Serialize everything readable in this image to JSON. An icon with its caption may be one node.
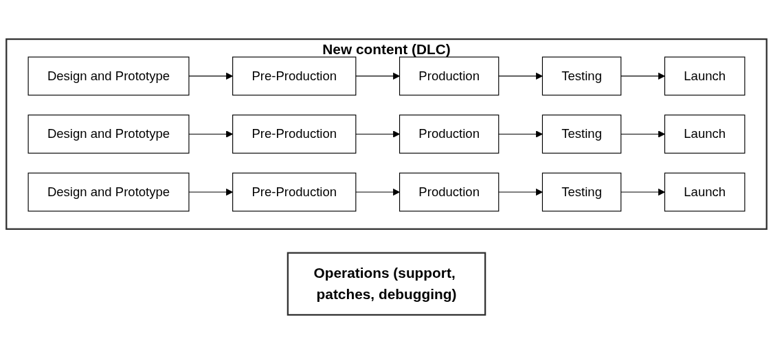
{
  "diagram": {
    "nodes": [
      {
        "text": [
          "New content (DLC)"
        ]
      },
      {
        "text": [
          "Design and Prototype"
        ],
        "in": 0
      },
      {
        "text": [
          "Pre-Production"
        ],
        "in": 0
      },
      {
        "text": [
          "Production"
        ],
        "in": 0
      },
      {
        "text": [
          "Testing"
        ],
        "in": 0
      },
      {
        "text": [
          "Launch"
        ],
        "in": 0
      },
      {
        "text": [
          "Design and Prototype"
        ],
        "in": 0
      },
      {
        "text": [
          "Pre-Production"
        ],
        "in": 0
      },
      {
        "text": [
          "Production"
        ],
        "in": 0
      },
      {
        "text": [
          "Testing"
        ],
        "in": 0
      },
      {
        "text": [
          "Launch"
        ],
        "in": 0
      },
      {
        "text": [
          "Design and Prototype"
        ],
        "in": 0
      },
      {
        "text": [
          "Pre-Production"
        ],
        "in": 0
      },
      {
        "text": [
          "Production"
        ],
        "in": 0
      },
      {
        "text": [
          "Testing"
        ],
        "in": 0
      },
      {
        "text": [
          "Launch"
        ],
        "in": 0
      },
      {
        "text": [
          "Operations (support, patches, debugging)"
        ]
      }
    ],
    "edges": [
      {
        "from": 1,
        "to": 2,
        "arrow": "to"
      },
      {
        "from": 2,
        "to": 3,
        "arrow": "to"
      },
      {
        "from": 3,
        "to": 4,
        "arrow": "to"
      },
      {
        "from": 4,
        "to": 5,
        "arrow": "to"
      },
      {
        "from": 6,
        "to": 7,
        "arrow": "to"
      },
      {
        "from": 7,
        "to": 8,
        "arrow": "to"
      },
      {
        "from": 8,
        "to": 9,
        "arrow": "to"
      },
      {
        "from": 9,
        "to": 10,
        "arrow": "to"
      },
      {
        "from": 11,
        "to": 12,
        "arrow": "to"
      },
      {
        "from": 12,
        "to": 13,
        "arrow": "to"
      },
      {
        "from": 13,
        "to": 14,
        "arrow": "to"
      },
      {
        "from": 14,
        "to": 15,
        "arrow": "to"
      }
    ]
  }
}
